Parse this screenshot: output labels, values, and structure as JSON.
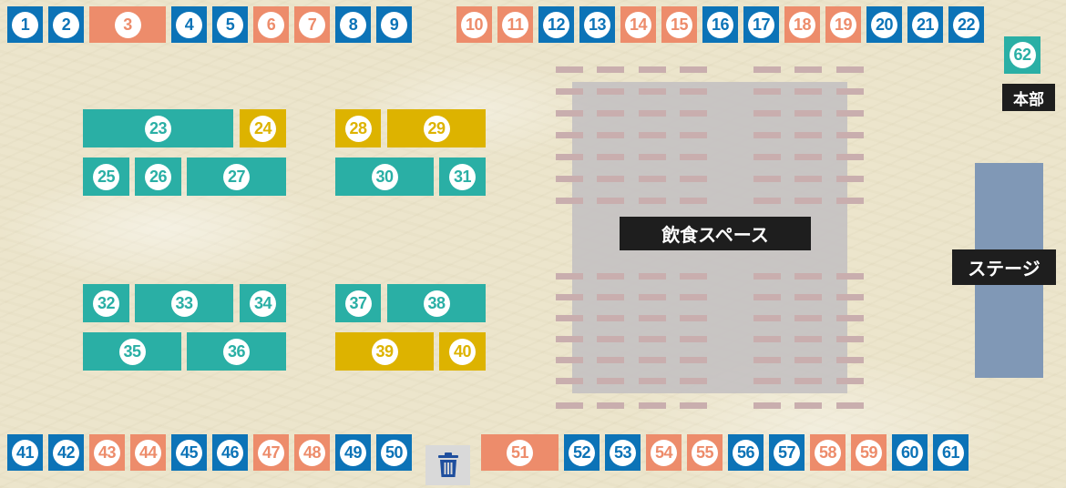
{
  "labels": {
    "dining": "飲食スペース",
    "stage": "ステージ",
    "hq": "本部"
  },
  "colors": {
    "blue": "#0c73b7",
    "orange": "#ed8c6b",
    "teal": "#2aafa5",
    "yellow": "#ddb300",
    "ground": "#ece5cc",
    "dining_area": "#c4c1c2",
    "dining_table": "#c9aeae",
    "stage": "#8098b6"
  },
  "icons": {
    "trash": "trash-icon"
  },
  "booths": [
    {
      "n": "1",
      "c": "blue"
    },
    {
      "n": "2",
      "c": "blue"
    },
    {
      "n": "3",
      "c": "orange"
    },
    {
      "n": "4",
      "c": "blue"
    },
    {
      "n": "5",
      "c": "blue"
    },
    {
      "n": "6",
      "c": "orange"
    },
    {
      "n": "7",
      "c": "orange"
    },
    {
      "n": "8",
      "c": "blue"
    },
    {
      "n": "9",
      "c": "blue"
    },
    {
      "n": "10",
      "c": "orange"
    },
    {
      "n": "11",
      "c": "orange"
    },
    {
      "n": "12",
      "c": "blue"
    },
    {
      "n": "13",
      "c": "blue"
    },
    {
      "n": "14",
      "c": "orange"
    },
    {
      "n": "15",
      "c": "orange"
    },
    {
      "n": "16",
      "c": "blue"
    },
    {
      "n": "17",
      "c": "blue"
    },
    {
      "n": "18",
      "c": "orange"
    },
    {
      "n": "19",
      "c": "orange"
    },
    {
      "n": "20",
      "c": "blue"
    },
    {
      "n": "21",
      "c": "blue"
    },
    {
      "n": "22",
      "c": "blue"
    },
    {
      "n": "23",
      "c": "teal"
    },
    {
      "n": "24",
      "c": "yellow"
    },
    {
      "n": "25",
      "c": "teal"
    },
    {
      "n": "26",
      "c": "teal"
    },
    {
      "n": "27",
      "c": "teal"
    },
    {
      "n": "28",
      "c": "yellow"
    },
    {
      "n": "29",
      "c": "yellow"
    },
    {
      "n": "30",
      "c": "teal"
    },
    {
      "n": "31",
      "c": "teal"
    },
    {
      "n": "32",
      "c": "teal"
    },
    {
      "n": "33",
      "c": "teal"
    },
    {
      "n": "34",
      "c": "teal"
    },
    {
      "n": "35",
      "c": "teal"
    },
    {
      "n": "36",
      "c": "teal"
    },
    {
      "n": "37",
      "c": "teal"
    },
    {
      "n": "38",
      "c": "teal"
    },
    {
      "n": "39",
      "c": "yellow"
    },
    {
      "n": "40",
      "c": "yellow"
    },
    {
      "n": "41",
      "c": "blue"
    },
    {
      "n": "42",
      "c": "blue"
    },
    {
      "n": "43",
      "c": "orange"
    },
    {
      "n": "44",
      "c": "orange"
    },
    {
      "n": "45",
      "c": "blue"
    },
    {
      "n": "46",
      "c": "blue"
    },
    {
      "n": "47",
      "c": "orange"
    },
    {
      "n": "48",
      "c": "orange"
    },
    {
      "n": "49",
      "c": "blue"
    },
    {
      "n": "50",
      "c": "blue"
    },
    {
      "n": "51",
      "c": "orange"
    },
    {
      "n": "52",
      "c": "blue"
    },
    {
      "n": "53",
      "c": "blue"
    },
    {
      "n": "54",
      "c": "orange"
    },
    {
      "n": "55",
      "c": "orange"
    },
    {
      "n": "56",
      "c": "blue"
    },
    {
      "n": "57",
      "c": "blue"
    },
    {
      "n": "58",
      "c": "orange"
    },
    {
      "n": "59",
      "c": "orange"
    },
    {
      "n": "60",
      "c": "blue"
    },
    {
      "n": "61",
      "c": "blue"
    },
    {
      "n": "62",
      "c": "teal"
    }
  ]
}
